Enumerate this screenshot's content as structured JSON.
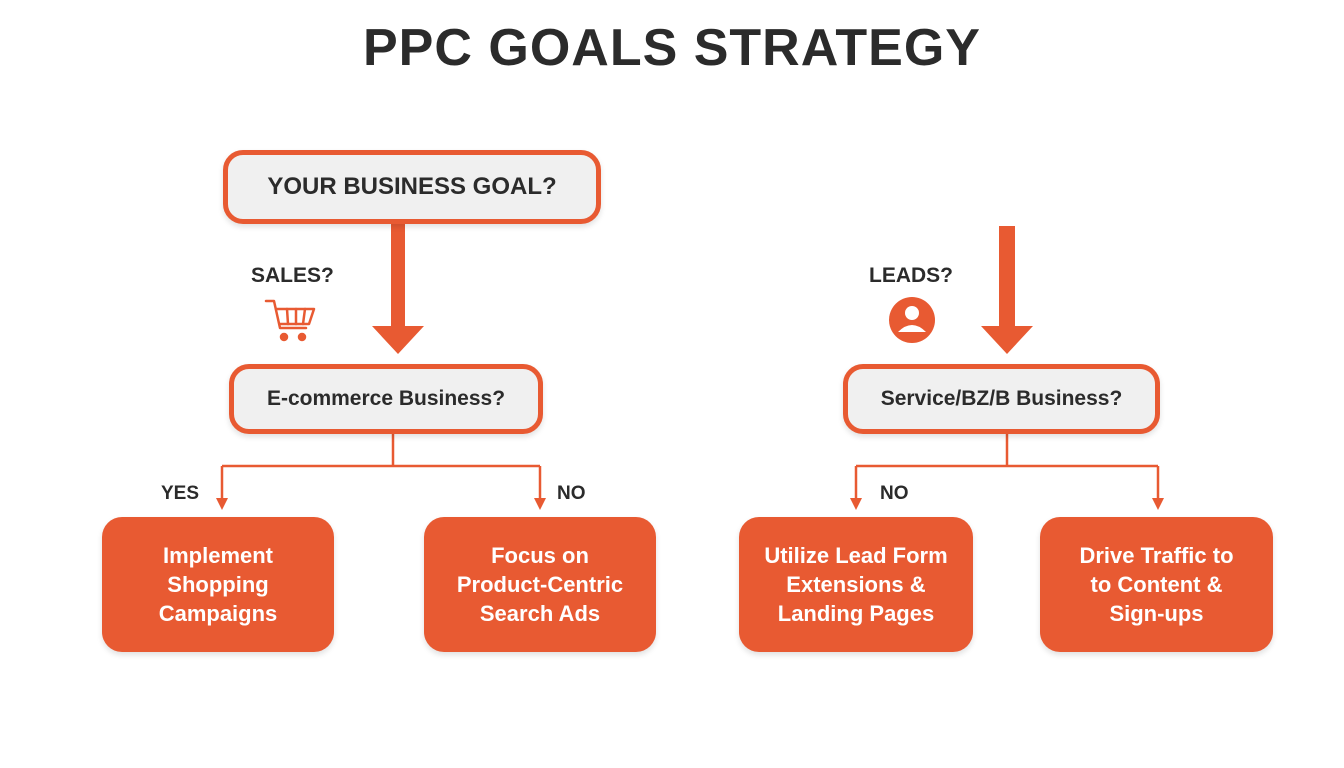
{
  "title": "PPC GOALS STRATEGY",
  "root_question": "YOUR BUSINESS GOAL?",
  "left_branch": {
    "label": "SALES?",
    "icon": "shopping-cart-icon",
    "question": "E-commerce Business?",
    "yes_label": "YES",
    "no_label": "NO",
    "yes_outcome": "Implement\nShopping\nCampaigns",
    "no_outcome": "Focus on\nProduct-Centric\nSearch Ads"
  },
  "right_branch": {
    "label": "LEADS?",
    "icon": "user-icon",
    "question": "Service/BZ/B Business?",
    "no_label": "NO",
    "outcome_1": "Utilize Lead Form\nExtensions &\nLanding Pages",
    "outcome_2": "Drive Traffic to\nto Content &\nSign-ups"
  },
  "colors": {
    "accent": "#e85a32",
    "question_fill": "#f0f0f0",
    "text": "#2b2b2b"
  }
}
